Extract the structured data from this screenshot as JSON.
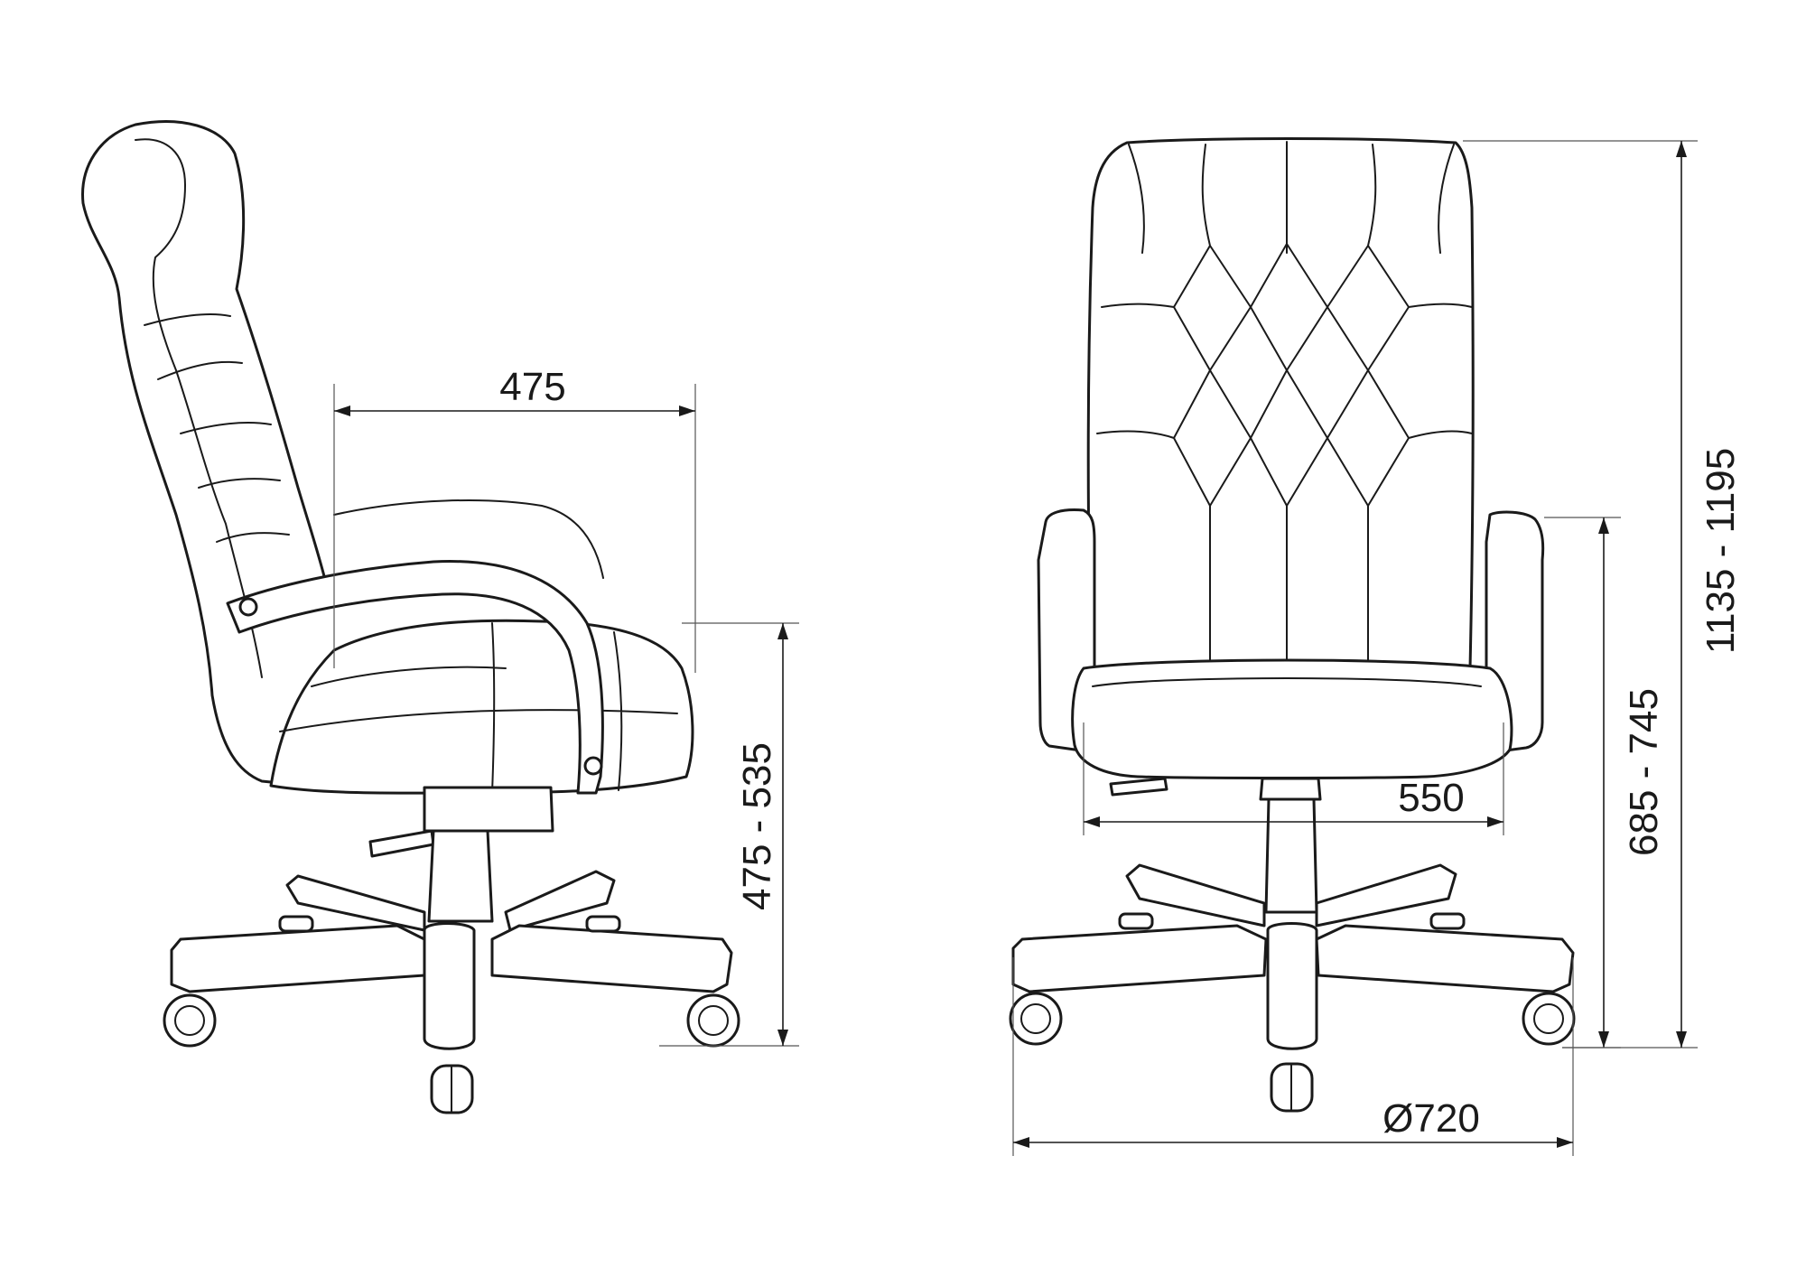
{
  "dimensions": {
    "side_seat_depth": "475",
    "side_seat_height": "475 - 535",
    "front_seat_width": "550",
    "front_armrest_height": "685 - 745",
    "front_total_height": "1135 - 1195",
    "base_diameter": "Ø720"
  }
}
